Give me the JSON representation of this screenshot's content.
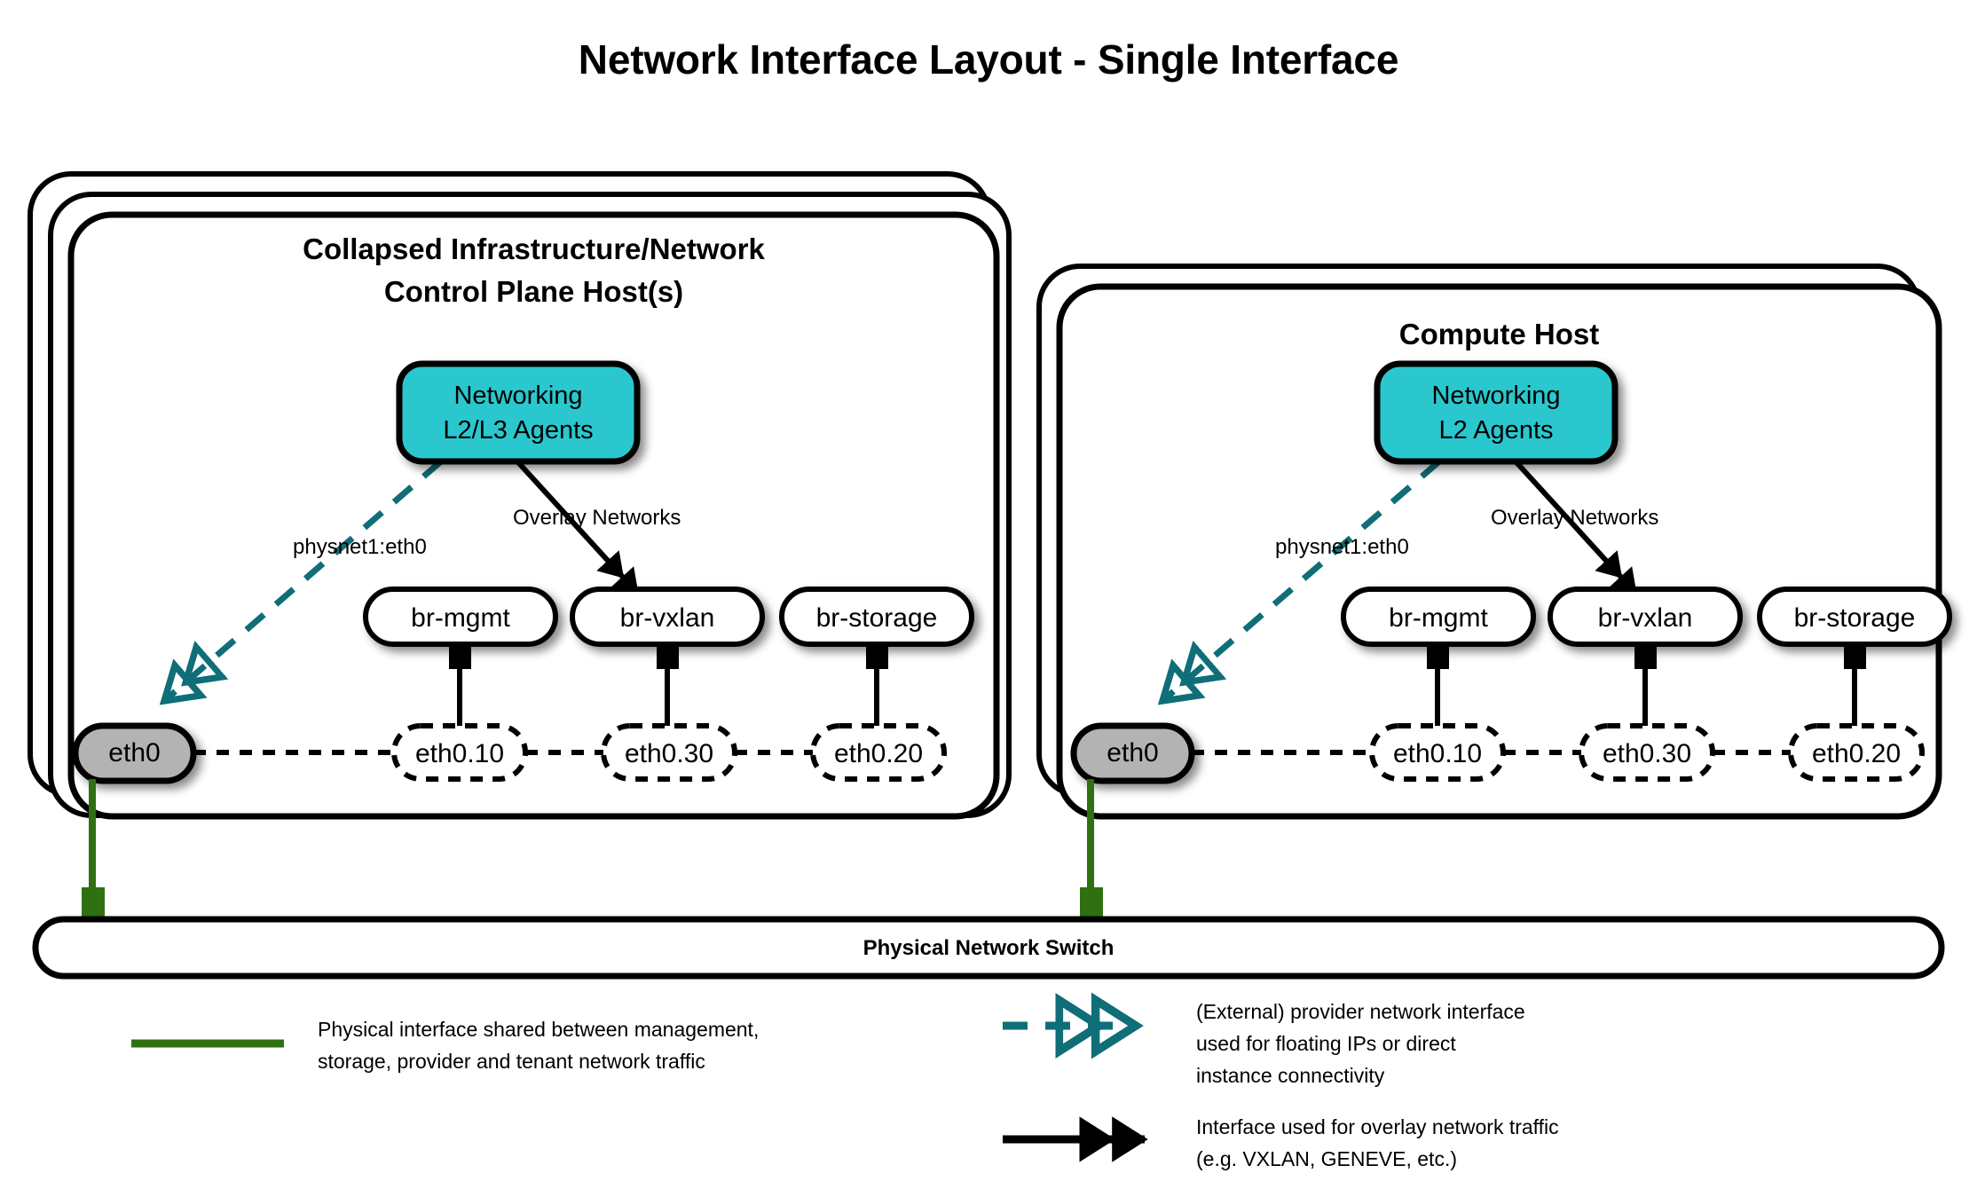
{
  "title": "Network Interface Layout - Single Interface",
  "colors": {
    "teal_fill": "#29C7CE",
    "teal_line": "#0F6E78",
    "green": "#2F7012",
    "gray_node": "#B3B3B3",
    "outline": "#000000",
    "background": "#FFFFFF"
  },
  "hosts": [
    {
      "id": "control-plane",
      "title_line1": "Collapsed Infrastructure/Network",
      "title_line2": "Control Plane Host(s)",
      "stack_layers": 3,
      "agent": {
        "line1": "Networking",
        "line2": "L2/L3 Agents"
      },
      "edge_labels": {
        "provider": "physnet1:eth0",
        "overlay": "Overlay Networks"
      },
      "physical_nic": "eth0",
      "bridges": [
        {
          "bridge": "br-mgmt",
          "vlan": "eth0.10"
        },
        {
          "bridge": "br-vxlan",
          "vlan": "eth0.30"
        },
        {
          "bridge": "br-storage",
          "vlan": "eth0.20"
        }
      ]
    },
    {
      "id": "compute",
      "title_line1": "Compute Host",
      "title_line2": "",
      "stack_layers": 2,
      "agent": {
        "line1": "Networking",
        "line2": "L2 Agents"
      },
      "edge_labels": {
        "provider": "physnet1:eth0",
        "overlay": "Overlay Networks"
      },
      "physical_nic": "eth0",
      "bridges": [
        {
          "bridge": "br-mgmt",
          "vlan": "eth0.10"
        },
        {
          "bridge": "br-vxlan",
          "vlan": "eth0.30"
        },
        {
          "bridge": "br-storage",
          "vlan": "eth0.20"
        }
      ]
    }
  ],
  "switch": {
    "label": "Physical Network Switch"
  },
  "legend": [
    {
      "id": "physical-interface",
      "swatch": "solid-green-line",
      "line1": "Physical interface shared between management,",
      "line2": "storage, provider and tenant network traffic",
      "line3": ""
    },
    {
      "id": "provider-network",
      "swatch": "teal-dashed-double-arrow",
      "line1": "(External) provider network interface",
      "line2": "used for floating IPs or direct",
      "line3": "instance connectivity"
    },
    {
      "id": "overlay-network",
      "swatch": "black-solid-double-arrow",
      "line1": "Interface used for overlay network traffic",
      "line2": "(e.g. VXLAN, GENEVE, etc.)",
      "line3": ""
    }
  ]
}
